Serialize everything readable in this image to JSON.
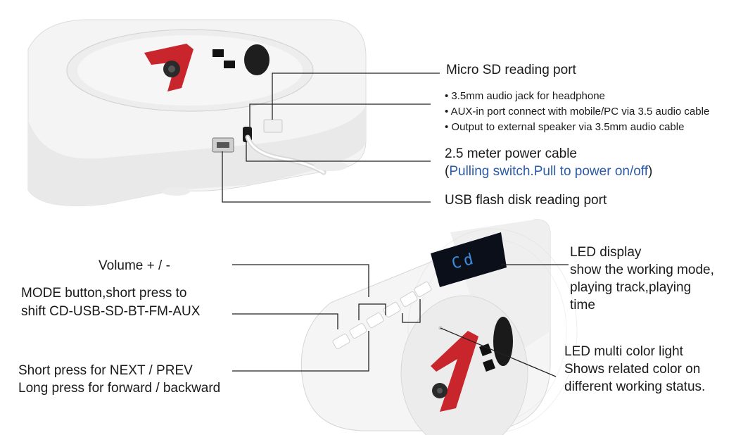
{
  "top_callouts": {
    "micro_sd": "Micro SD reading port",
    "audio_bullets": [
      "• 3.5mm audio jack for headphone",
      "• AUX-in port connect with mobile/PC via 3.5 audio cable",
      "• Output to external speaker via 3.5mm audio cable"
    ],
    "power_cable": "2.5 meter power cable",
    "power_cable_note": {
      "open": "(",
      "text": "Pulling switch.Pull to power on/off",
      "close": ")"
    },
    "usb": "USB flash disk reading port"
  },
  "bottom_callouts": {
    "volume": "Volume + / -",
    "mode_line1": "MODE button,short press to",
    "mode_line2": "shift CD-USB-SD-BT-FM-AUX",
    "next_line1": "Short press for NEXT / PREV",
    "next_line2": "Long press for forward / backward",
    "led_display": [
      "LED display",
      "show the working mode,",
      "playing track,playing",
      "time"
    ],
    "led_light": [
      "LED multi color light",
      "Shows related color on",
      "different working status."
    ]
  },
  "device": {
    "display_text": "Cd",
    "logo_number": "1"
  },
  "colors": {
    "accent_blue": "#2a5aa8",
    "logo_red": "#c8252c",
    "device_body": "#f3f3f3",
    "display_bg": "#0b0f1a",
    "display_digits": "#3a8de0"
  }
}
